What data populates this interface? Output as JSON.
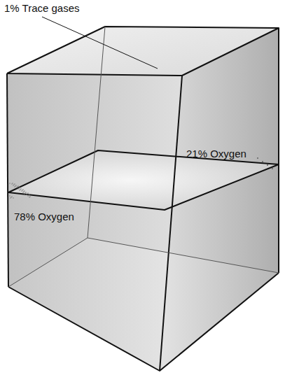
{
  "diagram": {
    "labels": [
      "1% Trace gases",
      "21% Oxygen",
      "78% Oxygen"
    ]
  }
}
